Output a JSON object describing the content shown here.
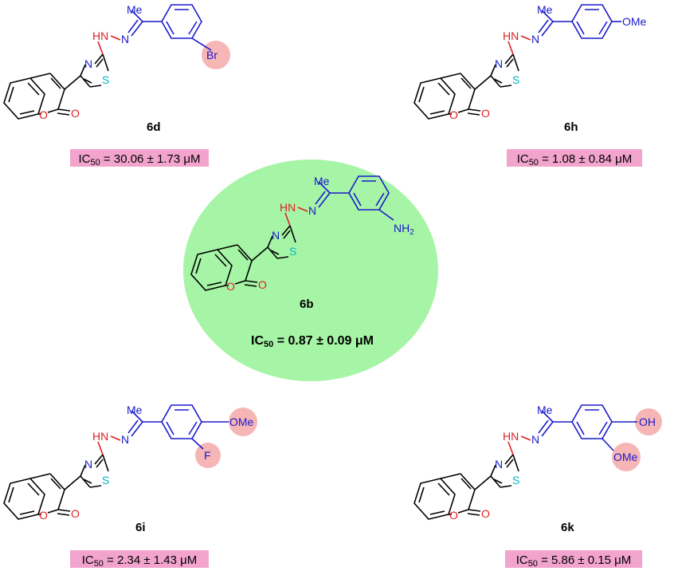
{
  "highlight_colors": {
    "center_circle": "#a6f5a6",
    "substituent_circle": "#f6b6b6",
    "ic50_box": "#f2a4cc",
    "bond": "#000000",
    "hydrazone_red": "#e02020",
    "side_blue": "#1a1acc",
    "thiazole_N_blue": "#1a1acc",
    "sulfur_cyan": "#00b5c8",
    "oxygen_red": "#e02020"
  },
  "common_atoms": {
    "N": "N",
    "S": "S",
    "O": "O",
    "HN": "HN",
    "N2": "N",
    "Me": "Me"
  },
  "compounds": [
    {
      "id": "6d",
      "label": "6d",
      "substituents": {
        "meta": "Br"
      },
      "ic50": {
        "prefix": "IC",
        "sub": "50",
        "text": " = 30.06 ± 1.73 μM"
      }
    },
    {
      "id": "6h",
      "label": "6h",
      "substituents": {
        "para": "OMe"
      },
      "ic50": {
        "prefix": "IC",
        "sub": "50",
        "text": " = 1.08 ± 0.84 μM"
      }
    },
    {
      "id": "6b",
      "label": "6b",
      "substituents": {
        "meta": "NH",
        "meta_sub": "2"
      },
      "ic50": {
        "prefix": "IC",
        "sub": "50",
        "text": " = 0.87 ± 0.09 μM"
      }
    },
    {
      "id": "6i",
      "label": "6i",
      "substituents": {
        "para": "OMe",
        "meta": "F"
      },
      "ic50": {
        "prefix": "IC",
        "sub": "50",
        "text": " = 2.34 ± 1.43 μM"
      }
    },
    {
      "id": "6k",
      "label": "6k",
      "substituents": {
        "para": "OH",
        "meta": "OMe"
      },
      "ic50": {
        "prefix": "IC",
        "sub": "50",
        "text": " = 5.86 ± 0.15 μM"
      }
    }
  ]
}
